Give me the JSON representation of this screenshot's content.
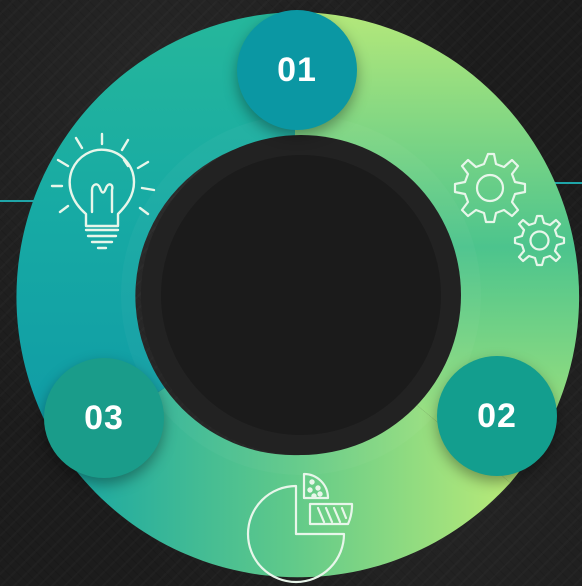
{
  "steps": [
    {
      "number": "01",
      "icon": "gears-icon"
    },
    {
      "number": "02",
      "icon": "pie-chart-icon"
    },
    {
      "number": "03",
      "icon": "light-bulb-icon"
    }
  ],
  "colors": {
    "background": "#1c1c1c",
    "ring_teal": "#0e9aa7",
    "ring_green": "#3ec08f",
    "ring_lime": "#b4e87a",
    "badge_01": "#0b97a3",
    "badge_02": "#139e8e",
    "badge_03": "#1a9c8a",
    "icon_stroke": "#e8f6ea",
    "connector_line": "#1fa5a8"
  }
}
